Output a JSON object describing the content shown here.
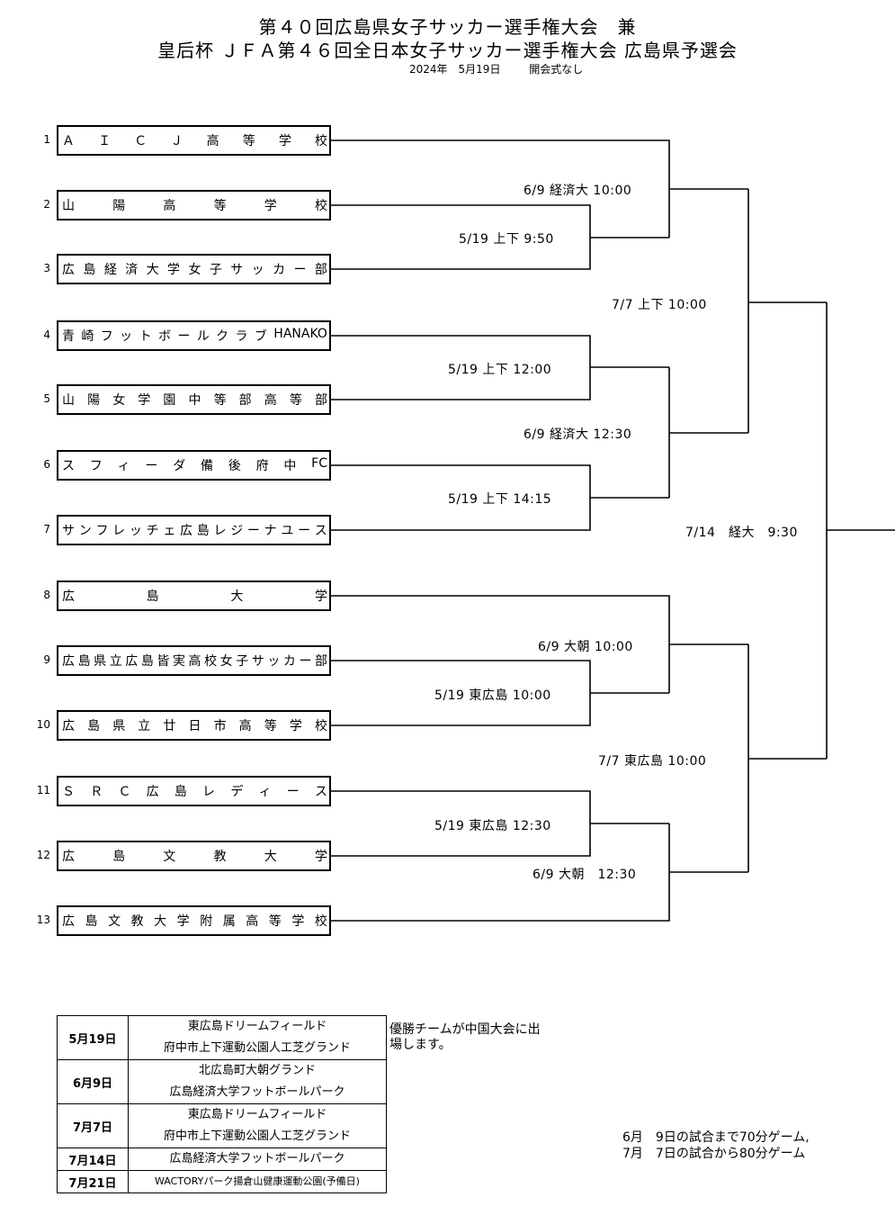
{
  "header": {
    "title_line1": "第４０回広島県女子サッカー選手権大会　兼",
    "title_line2": "皇后杯 ＪＦＡ第４６回全日本女子サッカー選手権大会 広島県予選会",
    "date": "2024年　5月19日",
    "ceremony": "開会式なし"
  },
  "teams": [
    {
      "num": "1",
      "name": "ＡＩＣＪ高等学校"
    },
    {
      "num": "2",
      "name": "山陽高等学校"
    },
    {
      "num": "3",
      "name": "広島経済大学女子サッカー部"
    },
    {
      "num": "4",
      "name": "青崎フットボールクラブHANAKO"
    },
    {
      "num": "5",
      "name": "山陽女学園中等部高等部"
    },
    {
      "num": "6",
      "name": "スフィーダ備後府中FC"
    },
    {
      "num": "7",
      "name": "サンフレッチェ広島レジーナユース"
    },
    {
      "num": "8",
      "name": "広島大学"
    },
    {
      "num": "9",
      "name": "広島県立広島皆実高校女子サッカー部"
    },
    {
      "num": "10",
      "name": "広島県立廿日市高等学校"
    },
    {
      "num": "11",
      "name": "ＳＲＣ広島レディース"
    },
    {
      "num": "12",
      "name": "広島文教大学"
    },
    {
      "num": "13",
      "name": "広島文教大学附属高等学校"
    }
  ],
  "matches": {
    "m_2_3": "5/19 上下 9:50",
    "m_1_w": "6/9 経済大 10:00",
    "m_4_5": "5/19 上下 12:00",
    "m_6_7": "5/19 上下 14:15",
    "m_45_67": "6/9 経済大 12:30",
    "qf_top": "7/7 上下 10:00",
    "final": "7/14　経大　9:30",
    "m_9_10": "5/19 東広島 10:00",
    "m_8_w": "6/9 大朝 10:00",
    "m_11_12": "5/19 東広島 12:30",
    "m_w_13": "6/9 大朝　12:30",
    "qf_bottom": "7/7 東広島 10:00"
  },
  "venues": [
    {
      "date": "5月19日",
      "lines": [
        "東広島ドリームフィールド",
        "府中市上下運動公園人工芝グランド"
      ]
    },
    {
      "date": "6月9日",
      "lines": [
        "北広島町大朝グランド",
        "広島経済大学フットボールパーク"
      ]
    },
    {
      "date": "7月7日",
      "lines": [
        "東広島ドリームフィールド",
        "府中市上下運動公園人工芝グランド"
      ]
    },
    {
      "date": "7月14日",
      "lines": [
        "広島経済大学フットボールパーク"
      ]
    },
    {
      "date": "7月21日",
      "lines": [
        "WACTORYパーク揚倉山健康運動公園(予備日)"
      ]
    }
  ],
  "notes": {
    "winner": "優勝チームが中国大会に出場します。",
    "rule_line1": "6月　9日の試合まで70分ゲーム,",
    "rule_line2": "7月　7日の試合から80分ゲーム"
  }
}
